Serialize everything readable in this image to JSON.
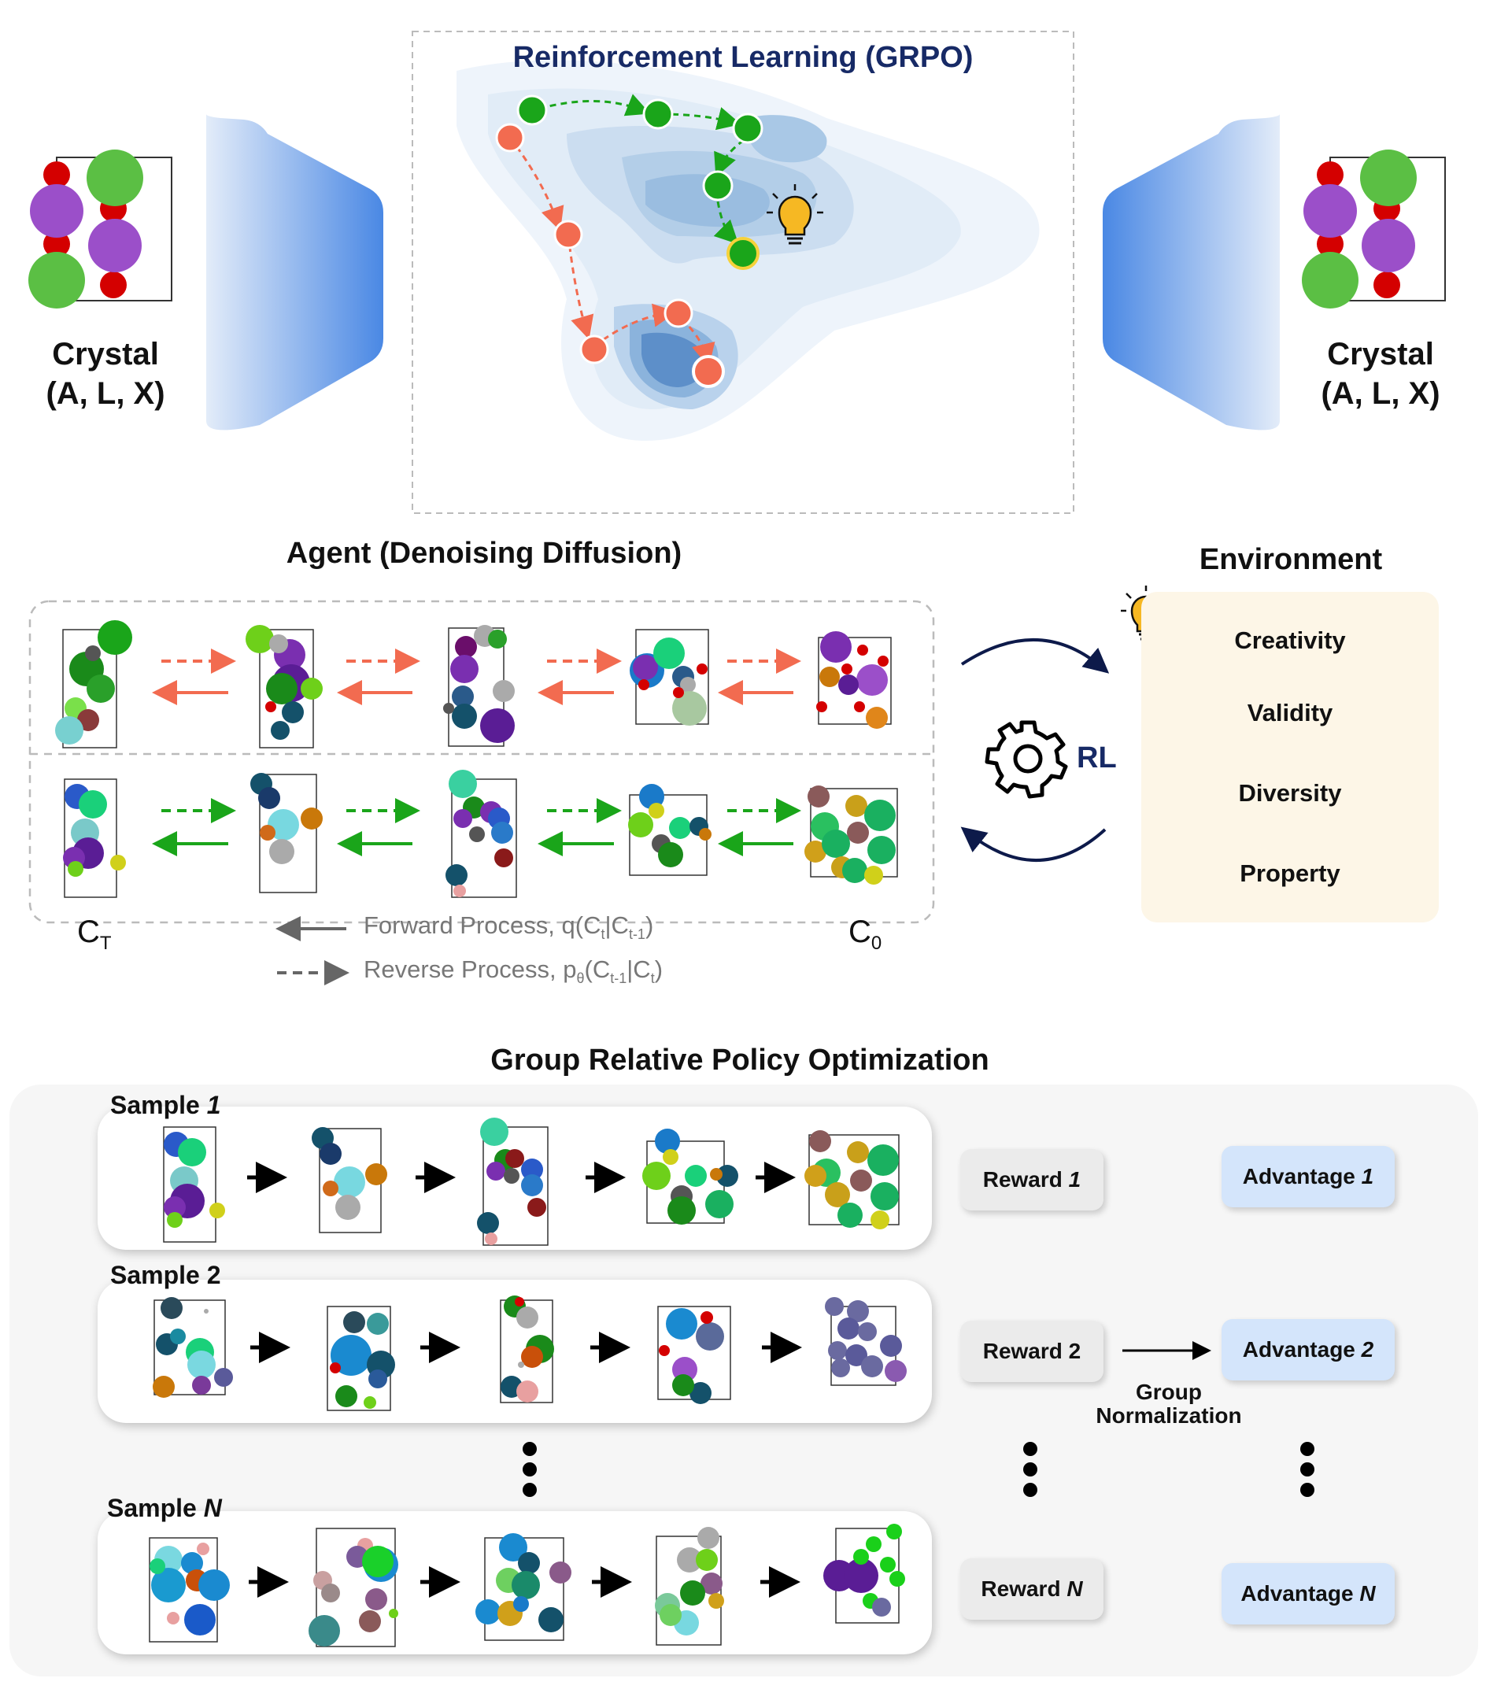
{
  "top": {
    "rl_title": "Reinforcement Learning (GRPO)",
    "left_crystal": {
      "line1": "Crystal",
      "line2": "(A, L, X)"
    },
    "right_crystal": {
      "line1": "Crystal",
      "line2": "(A, L, X)"
    }
  },
  "agent": {
    "title": "Agent (Denoising Diffusion)",
    "ct": "C",
    "ct_sub": "T",
    "c0": "C",
    "c0_sub": "0",
    "legend_forward": "Forward Process, q(C",
    "legend_forward_sub1": "t",
    "legend_forward_mid": "|C",
    "legend_forward_sub2": "t-1",
    "legend_forward_end": ")",
    "legend_reverse": "Reverse Process, p",
    "legend_reverse_sub0": "θ",
    "legend_reverse_mid1": "(C",
    "legend_reverse_sub1": "t-1",
    "legend_reverse_mid2": "|C",
    "legend_reverse_sub2": "t",
    "legend_reverse_end": ")"
  },
  "rl_label": "RL",
  "environment": {
    "title": "Environment",
    "items": [
      "Creativity",
      "Validity",
      "Diversity",
      "Property"
    ]
  },
  "grpo": {
    "title": "Group Relative Policy Optimization",
    "samples": [
      {
        "label": "Sample",
        "index": "1",
        "reward": "Reward",
        "reward_index": "1",
        "advantage": "Advantage",
        "advantage_index": "1"
      },
      {
        "label": "Sample",
        "index": "2",
        "reward": "Reward",
        "reward_index": "2",
        "advantage": "Advantage",
        "advantage_index": "2"
      },
      {
        "label": "Sample",
        "index": "N",
        "reward": "Reward",
        "reward_index": "N",
        "advantage": "Advantage",
        "advantage_index": "N"
      }
    ],
    "group_norm_line1": "Group",
    "group_norm_line2": "Normalization"
  },
  "colors": {
    "red_path": "#f26b50",
    "green_path": "#1aa51a",
    "title_navy": "#172a66",
    "env_bg": "#fdf6e7",
    "advantage_bg": "#d4e5fb",
    "reward_bg": "#ebebeb",
    "grpo_bg": "#f6f6f6",
    "bulb": "#f6b823"
  },
  "icons": [
    "lightbulb-icon",
    "gear-icon",
    "arrow-icon"
  ]
}
